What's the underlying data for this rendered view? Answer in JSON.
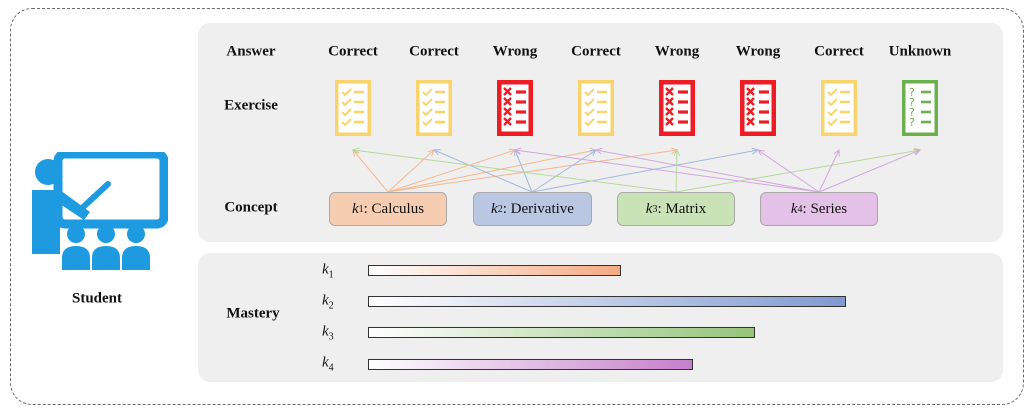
{
  "student": {
    "label": "Student"
  },
  "rows": {
    "answer": "Answer",
    "exercise": "Exercise",
    "concept": "Concept",
    "mastery": "Mastery"
  },
  "answers": [
    "Correct",
    "Correct",
    "Wrong",
    "Correct",
    "Wrong",
    "Wrong",
    "Correct",
    "Unknown"
  ],
  "exercise_status": [
    "correct",
    "correct",
    "wrong",
    "correct",
    "wrong",
    "wrong",
    "correct",
    "unknown"
  ],
  "exercise_colors": {
    "correct": "#f9d46d",
    "wrong": "#ee1c24",
    "unknown": "#6ab04c"
  },
  "concepts": [
    {
      "k": "k",
      "sub": "1",
      "name": ": Calculus",
      "color": "#f6cdb0"
    },
    {
      "k": "k",
      "sub": "2",
      "name": ": Derivative",
      "color": "#b9c7e3"
    },
    {
      "k": "k",
      "sub": "3",
      "name": ": Matrix",
      "color": "#c9e2b6"
    },
    {
      "k": "k",
      "sub": "4",
      "name": ": Series",
      "color": "#e4c1e6"
    }
  ],
  "links": [
    {
      "concept": 0,
      "exercises": [
        0,
        1,
        2,
        3,
        4
      ],
      "color": "#f5b891"
    },
    {
      "concept": 1,
      "exercises": [
        1,
        2,
        3,
        5
      ],
      "color": "#a3b8df"
    },
    {
      "concept": 2,
      "exercises": [
        0,
        4,
        7
      ],
      "color": "#b6d99b"
    },
    {
      "concept": 3,
      "exercises": [
        2,
        3,
        5,
        6,
        7
      ],
      "color": "#d3a6e0"
    }
  ],
  "mastery": [
    {
      "k": "k",
      "sub": "1",
      "level": 0.53,
      "color_start": "#ffffff",
      "color_end": "#f4a981"
    },
    {
      "k": "k",
      "sub": "2",
      "level": 1.0,
      "color_start": "#ffffff",
      "color_end": "#7f9ad2"
    },
    {
      "k": "k",
      "sub": "3",
      "level": 0.81,
      "color_start": "#ffffff",
      "color_end": "#94c47a"
    },
    {
      "k": "k",
      "sub": "4",
      "level": 0.68,
      "color_start": "#ffffff",
      "color_end": "#c57fcb"
    }
  ]
}
